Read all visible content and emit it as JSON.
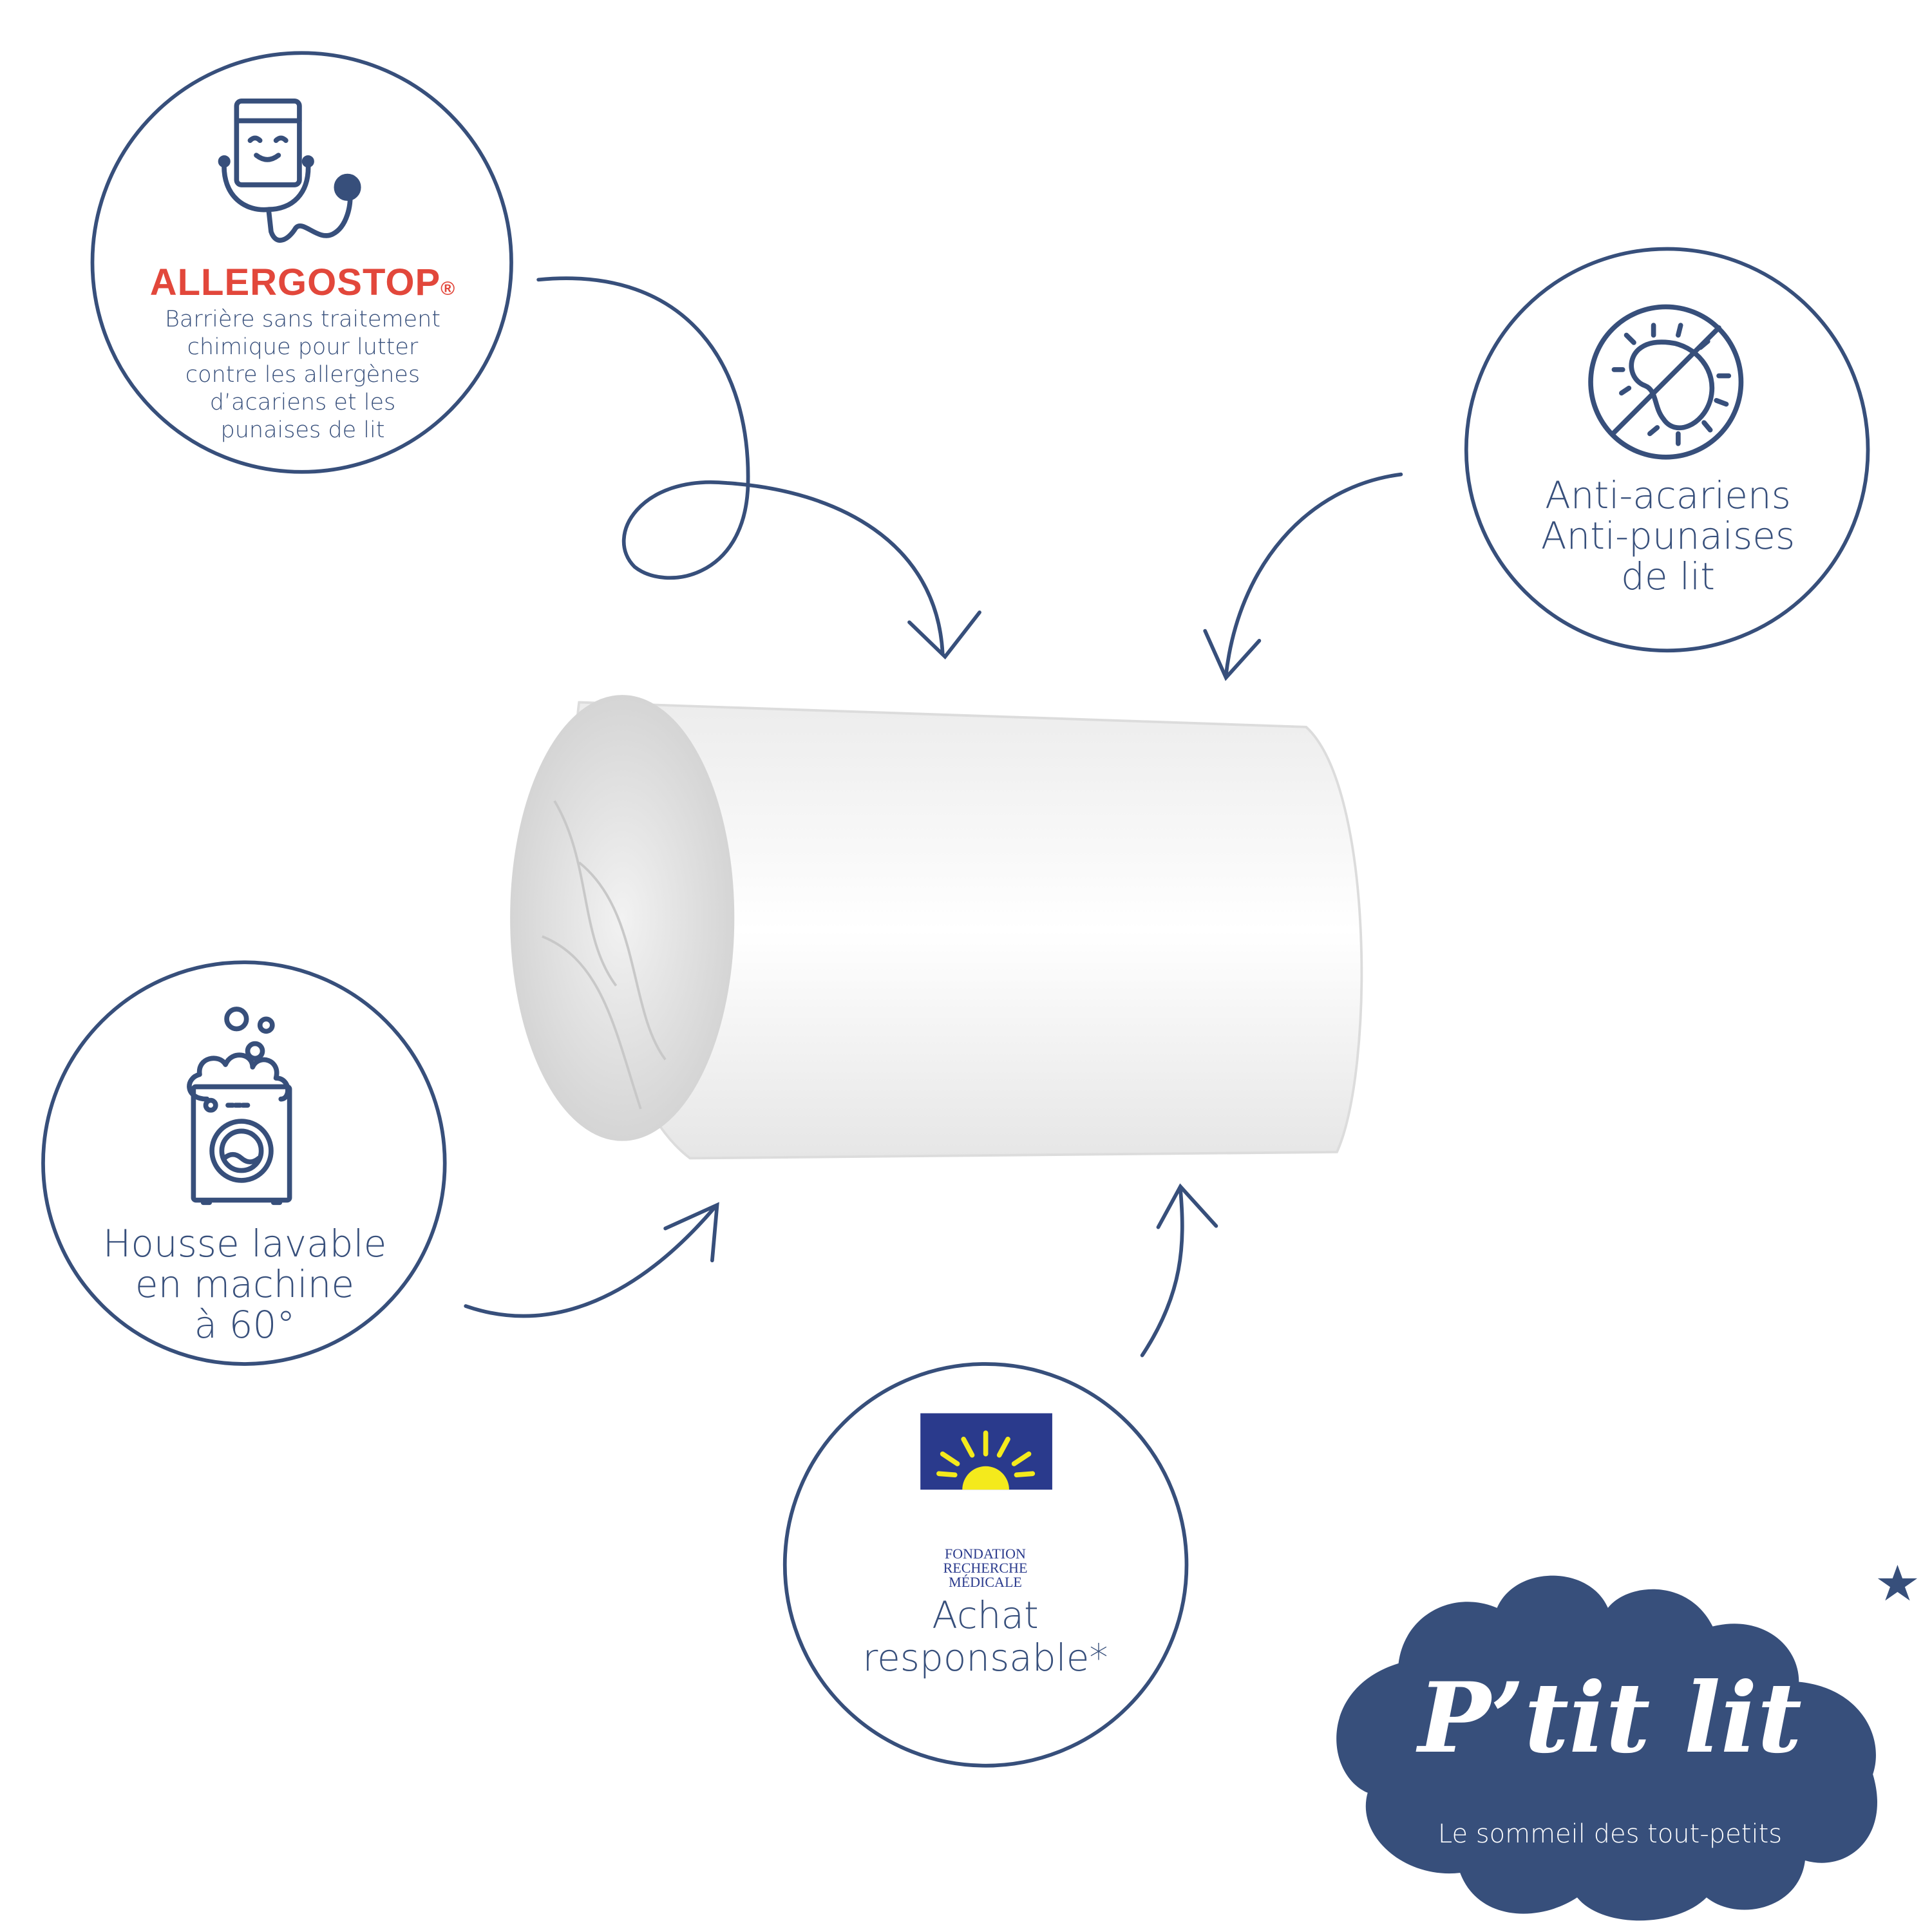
{
  "colors": {
    "navy": "#374f7b",
    "brand_red": "#e2473b",
    "frm_blue": "#2a3a8c",
    "frm_yellow": "#f4ea1c",
    "background": "#ffffff"
  },
  "features": [
    {
      "id": "allergostop",
      "icon": "stethoscope-smiley-icon",
      "brand": "ALLERGOSTOP",
      "brand_mark": "®",
      "lines": [
        "Barrière sans traitement",
        "chimique pour lutter",
        "contre les allergènes",
        "d’acariens et les",
        "punaises de lit"
      ]
    },
    {
      "id": "anti-acariens",
      "icon": "no-bacteria-icon",
      "lines": [
        "Anti-acariens",
        "Anti-punaises",
        "de lit"
      ]
    },
    {
      "id": "housse-lavable",
      "icon": "washing-machine-icon",
      "lines": [
        "Housse lavable",
        "en machine",
        "à 60°"
      ]
    },
    {
      "id": "achat-responsable",
      "icon": "frm-logo",
      "logo_lines": [
        "FONDATION",
        "RECHERCHE",
        "MÉDICALE"
      ],
      "lines": [
        "Achat",
        "responsable*"
      ]
    }
  ],
  "product": {
    "name": "rolled-white-mattress-protector"
  },
  "logo": {
    "name": "P’tit lit",
    "tagline": "Le sommeil des tout-petits"
  }
}
